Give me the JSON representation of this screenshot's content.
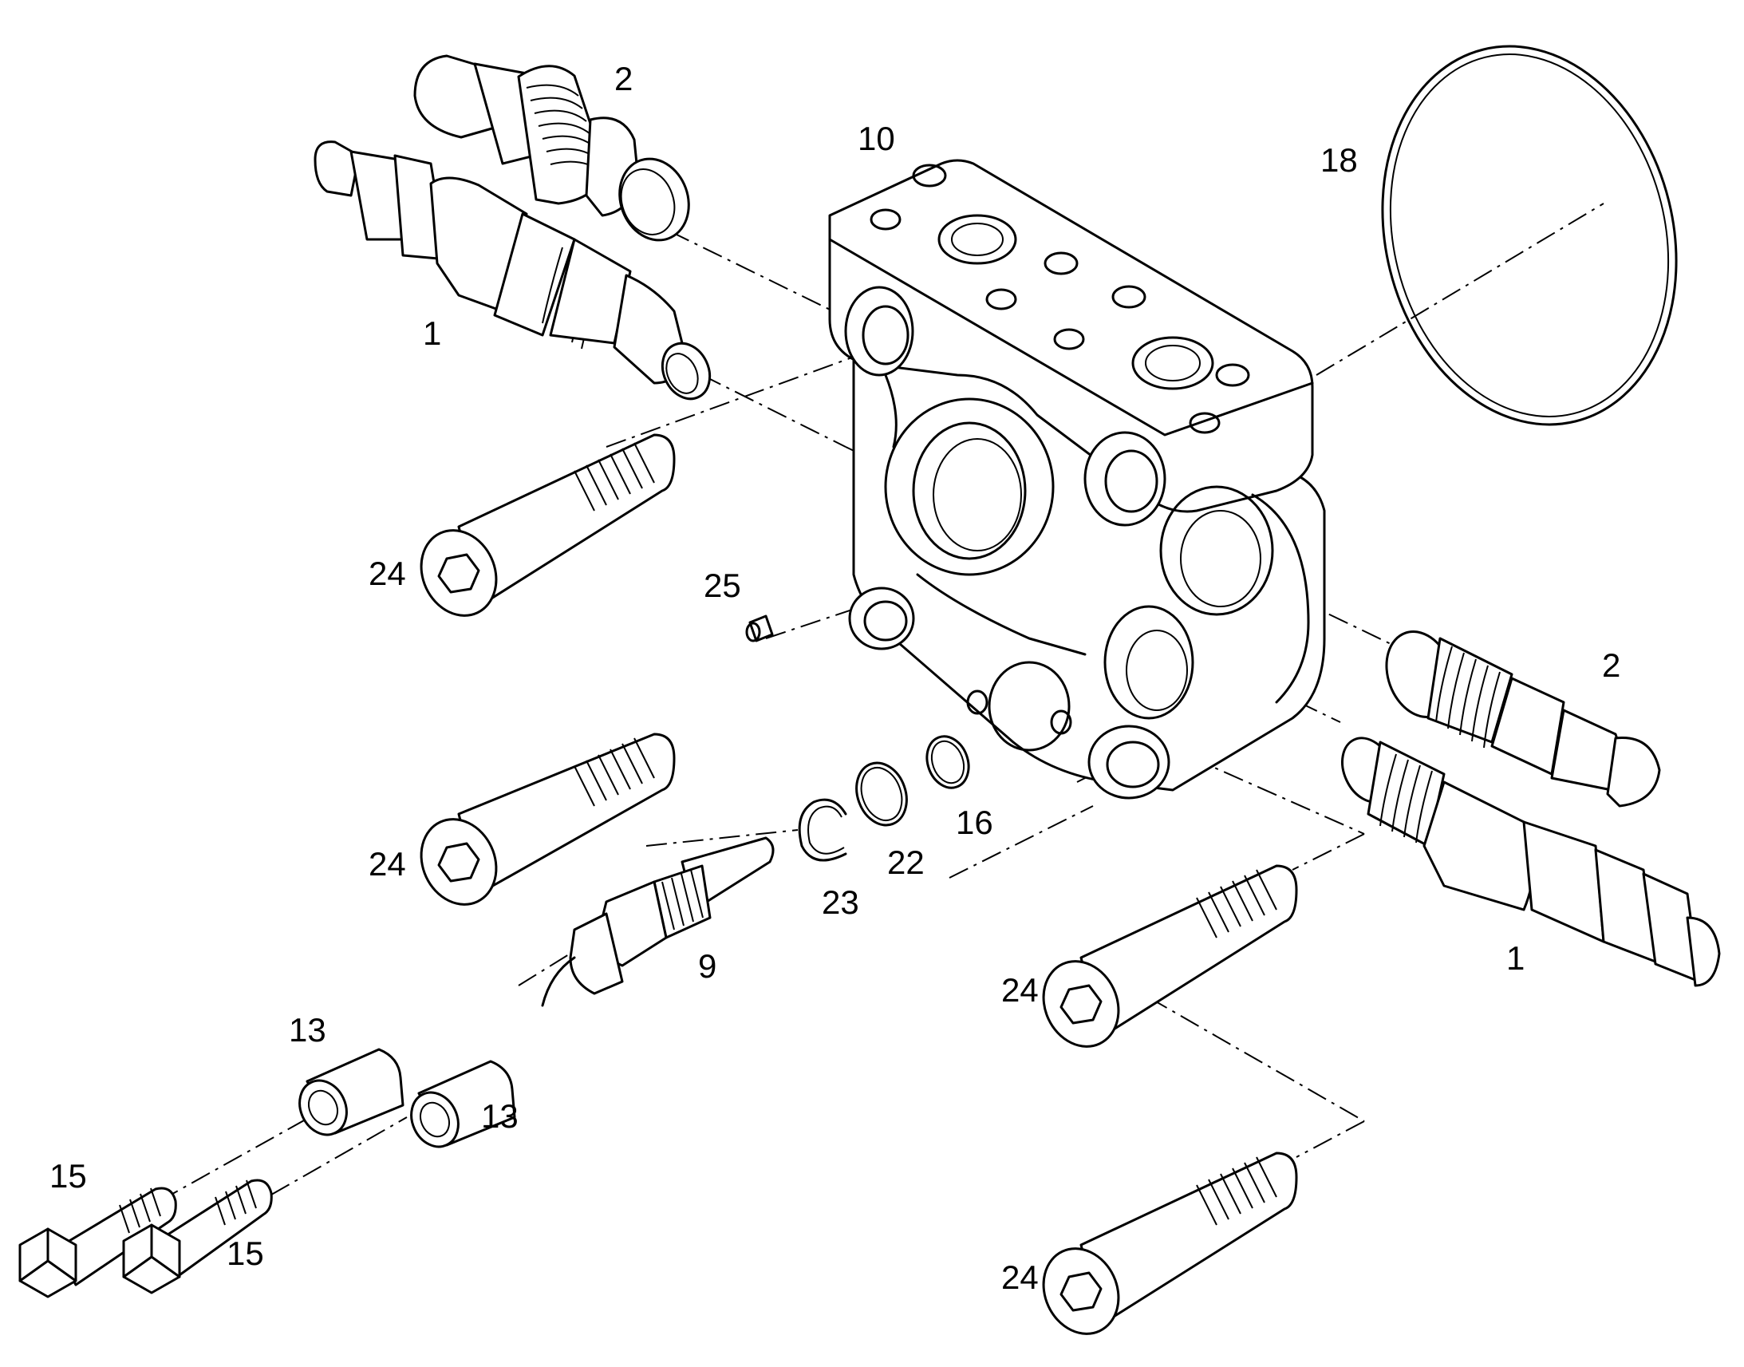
{
  "callouts": {
    "c1_top": "1",
    "c2_top": "2",
    "c10": "10",
    "c18": "18",
    "c24_a": "24",
    "c25": "25",
    "c2_right": "2",
    "c24_b": "24",
    "c16": "16",
    "c22": "22",
    "c23": "23",
    "c1_right": "1",
    "c9": "9",
    "c24_c": "24",
    "c13_a": "13",
    "c13_b": "13",
    "c15_a": "15",
    "c15_b": "15",
    "c24_d": "24"
  }
}
